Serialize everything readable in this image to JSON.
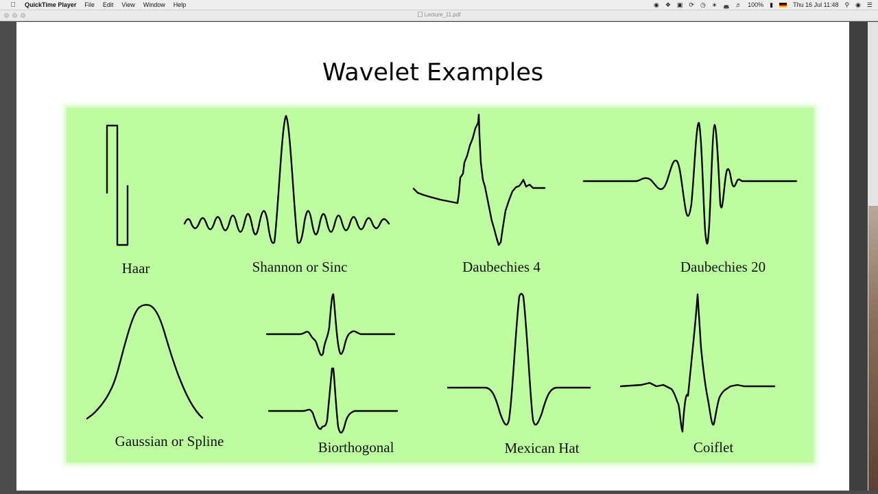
{
  "menubar": {
    "app_name": "QuickTime Player",
    "menus": [
      "File",
      "Edit",
      "View",
      "Window",
      "Help"
    ],
    "battery": "100%",
    "clock": "Thu 16 Jul  11:48",
    "icons": [
      "record-icon",
      "dropbox-icon",
      "security-icon",
      "sync-icon",
      "time-machine-icon",
      "bluetooth-icon",
      "wifi-icon",
      "volume-icon",
      "battery-icon",
      "flag-de-icon",
      "spotlight-icon",
      "siri-icon",
      "notification-list-icon"
    ]
  },
  "window": {
    "title": "Lecture_11.pdf"
  },
  "slide": {
    "title": "Wavelet Examples",
    "panel_color": "#bdfda0",
    "wavelets": [
      {
        "name": "Haar"
      },
      {
        "name": "Shannon or Sinc"
      },
      {
        "name": "Daubechies 4"
      },
      {
        "name": "Daubechies 20"
      },
      {
        "name": "Gaussian or Spline"
      },
      {
        "name": "Biorthogonal"
      },
      {
        "name": "Mexican Hat"
      },
      {
        "name": "Coiflet"
      }
    ]
  }
}
